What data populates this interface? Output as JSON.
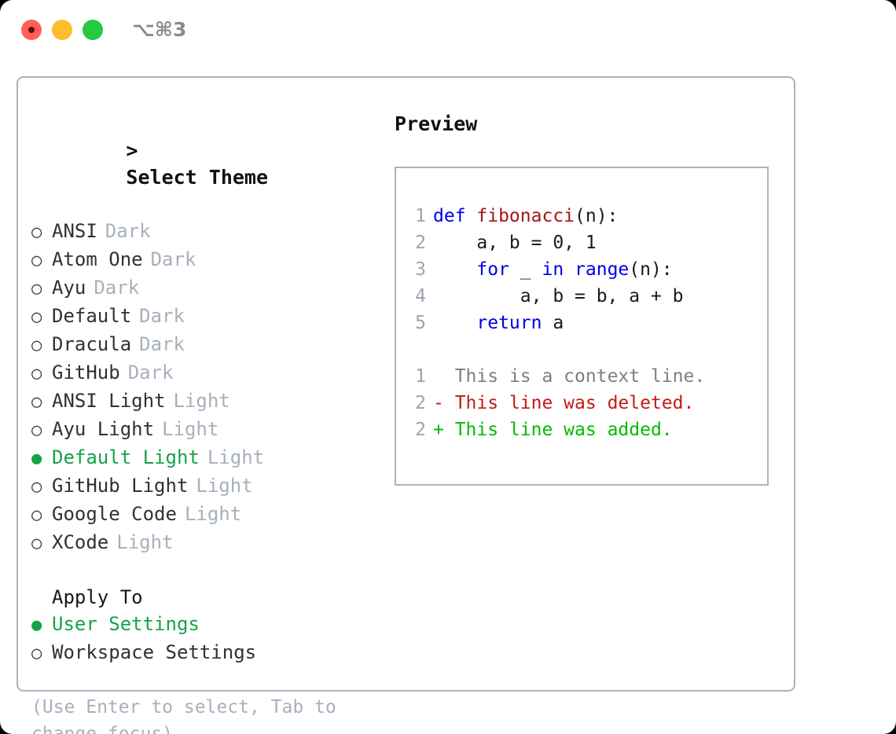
{
  "titlebar": {
    "shortcut": "⌥⌘3",
    "buttons": [
      {
        "name": "close",
        "color": "#ff5f57"
      },
      {
        "name": "minimize",
        "color": "#ffbd2e"
      },
      {
        "name": "maximize",
        "color": "#28c840"
      }
    ]
  },
  "theme_picker": {
    "header": "> Select Theme",
    "caret": ">",
    "header_text": "Select Theme",
    "bullet_unselected": "○",
    "bullet_selected": "●",
    "items": [
      {
        "bullet": "○",
        "label": "ANSI",
        "tag": "Dark",
        "selected": false
      },
      {
        "bullet": "○",
        "label": "Atom One",
        "tag": "Dark",
        "selected": false
      },
      {
        "bullet": "○",
        "label": "Ayu",
        "tag": "Dark",
        "selected": false
      },
      {
        "bullet": "○",
        "label": "Default",
        "tag": "Dark",
        "selected": false
      },
      {
        "bullet": "○",
        "label": "Dracula",
        "tag": "Dark",
        "selected": false
      },
      {
        "bullet": "○",
        "label": "GitHub",
        "tag": "Dark",
        "selected": false
      },
      {
        "bullet": "○",
        "label": "ANSI Light",
        "tag": "Light",
        "selected": false
      },
      {
        "bullet": "○",
        "label": "Ayu Light",
        "tag": "Light",
        "selected": false
      },
      {
        "bullet": "●",
        "label": "Default Light",
        "tag": "Light",
        "selected": true
      },
      {
        "bullet": "○",
        "label": "GitHub Light",
        "tag": "Light",
        "selected": false
      },
      {
        "bullet": "○",
        "label": "Google Code",
        "tag": "Light",
        "selected": false
      },
      {
        "bullet": "○",
        "label": "XCode",
        "tag": "Light",
        "selected": false
      }
    ]
  },
  "apply_to": {
    "label": "Apply To",
    "items": [
      {
        "bullet": "●",
        "label": "User Settings",
        "selected": true
      },
      {
        "bullet": "○",
        "label": "Workspace Settings",
        "selected": false
      }
    ]
  },
  "hint": "(Use Enter to select, Tab to change focus)",
  "preview": {
    "header": "Preview",
    "code_lines": [
      {
        "number": "1",
        "tokens": [
          {
            "text": "def ",
            "kind": "kw"
          },
          {
            "text": "fibonacci",
            "kind": "fn"
          },
          {
            "text": "(n):",
            "kind": "pl"
          }
        ]
      },
      {
        "number": "2",
        "tokens": [
          {
            "text": "    a, b = 0, 1",
            "kind": "pl"
          }
        ]
      },
      {
        "number": "3",
        "tokens": [
          {
            "text": "    ",
            "kind": "pl"
          },
          {
            "text": "for",
            "kind": "kw"
          },
          {
            "text": " _ ",
            "kind": "pl"
          },
          {
            "text": "in range",
            "kind": "kw"
          },
          {
            "text": "(n):",
            "kind": "pl"
          }
        ]
      },
      {
        "number": "4",
        "tokens": [
          {
            "text": "        a, b = b, a + b",
            "kind": "pl"
          }
        ]
      },
      {
        "number": "5",
        "tokens": [
          {
            "text": "    ",
            "kind": "pl"
          },
          {
            "text": "return",
            "kind": "kw"
          },
          {
            "text": " a",
            "kind": "pl"
          }
        ]
      }
    ],
    "diff_lines": [
      {
        "number": "1",
        "marker": "  ",
        "text": "This is a context line.",
        "kind": "ctx"
      },
      {
        "number": "2",
        "marker": "- ",
        "text": "This line was deleted.",
        "kind": "del"
      },
      {
        "number": "2",
        "marker": "+ ",
        "text": "This line was added.",
        "kind": "add"
      }
    ]
  },
  "colors": {
    "accent_green": "#16a34a",
    "keyword_blue": "#0000e6",
    "function_red": "#a31515",
    "diff_deleted": "#c41a16",
    "diff_added": "#00bb00",
    "muted_gray": "#a8b0bd",
    "border": "#aab4c0"
  }
}
